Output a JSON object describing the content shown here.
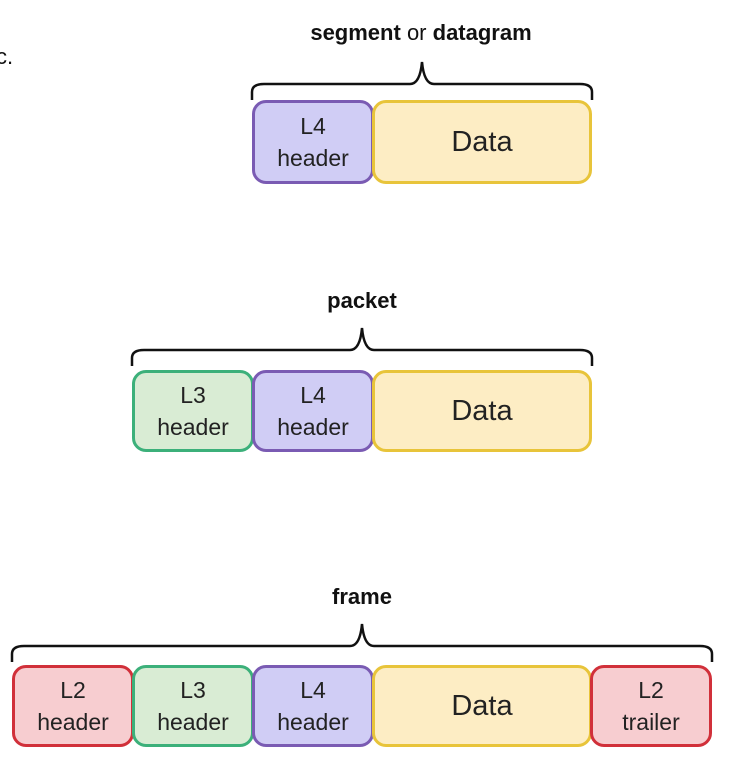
{
  "stray_text": "c.",
  "segment": {
    "title_bold_1": "segment",
    "title_mid": "or",
    "title_bold_2": "datagram",
    "l4": "L4\nheader",
    "data": "Data"
  },
  "packet": {
    "title": "packet",
    "l3": "L3\nheader",
    "l4": "L4\nheader",
    "data": "Data"
  },
  "frame": {
    "title": "frame",
    "l2h": "L2\nheader",
    "l3": "L3\nheader",
    "l4": "L4\nheader",
    "data": "Data",
    "l2t": "L2\ntrailer"
  },
  "colors": {
    "l4_fill": "#d0cdf5",
    "l4_border": "#7a5bb3",
    "l3_fill": "#d9ecd4",
    "l3_border": "#3cb07a",
    "l2_fill": "#f7cdd0",
    "l2_border": "#d1303a",
    "data_fill": "#fdedc4",
    "data_border": "#e8c43a"
  }
}
